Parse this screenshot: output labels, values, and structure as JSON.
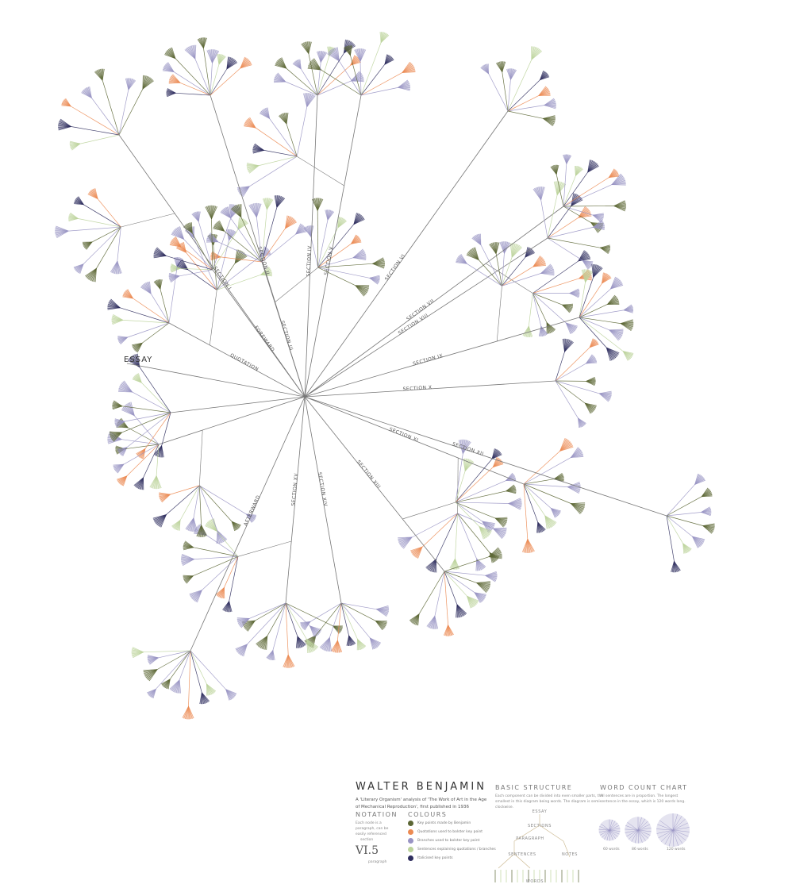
{
  "colors": {
    "key_point": "#5b6634",
    "quotation": "#ec8a52",
    "branch": "#9994c4",
    "sentence": "#bcd39c",
    "italic": "#2e2d5e",
    "stem": "#777777"
  },
  "diagram": {
    "root_label": "ESSAY",
    "sections": [
      {
        "label": "QUOTATION"
      },
      {
        "label": "FOREWARD"
      },
      {
        "label": "SECTION I"
      },
      {
        "label": "SECTION II"
      },
      {
        "label": "SECTION III"
      },
      {
        "label": "SECTION IV"
      },
      {
        "label": "SECTION V"
      },
      {
        "label": "SECTION VI"
      },
      {
        "label": "SECTION VII"
      },
      {
        "label": "SECTION VIII"
      },
      {
        "label": "SECTION IX"
      },
      {
        "label": "SECTION X"
      },
      {
        "label": "SECTION XI"
      },
      {
        "label": "SECTION XII"
      },
      {
        "label": "SECTION XIII"
      },
      {
        "label": "SECTION XIV"
      },
      {
        "label": "SECTION XV"
      },
      {
        "label": "AFTERWARD"
      }
    ]
  },
  "legend": {
    "title": "WALTER BENJAMIN",
    "subtitle": "A 'Literary Organism' analysis of 'The Work of Art in the Age of Mechanical Reproduction', first published in 1936",
    "notation": {
      "heading": "NOTATION",
      "text": "Each node is a paragraph, can be easily referenced",
      "top": "section",
      "example": "VI.5",
      "bottom": "paragraph"
    },
    "colours": {
      "heading": "COLOURS",
      "items": [
        {
          "label": "Key points made by Benjamin",
          "color": "#5b6634"
        },
        {
          "label": "Quotations used to bolster key point",
          "color": "#ec8a52"
        },
        {
          "label": "Branches used to bolster key point",
          "color": "#9994c4"
        },
        {
          "label": "Sentences explaining quotations / branches",
          "color": "#bcd39c"
        },
        {
          "label": "Italicised key points",
          "color": "#2e2d5e"
        }
      ]
    },
    "structure": {
      "heading": "BASIC STRUCTURE",
      "text": "Each component can be divided into even smaller parts, the smallest in this diagram being words. The diagram is semi-clockwise.",
      "labels": [
        "ESSAY",
        "SECTIONS",
        "PARAGRAPH",
        "SENTENCES",
        "NOTES",
        "WORDS"
      ]
    },
    "word_count": {
      "heading": "WORD COUNT CHART",
      "text": "All sentences are in proportion. The longest sentence in the essay, which is 120 words long.",
      "items": [
        {
          "label": "60 words",
          "words": 60
        },
        {
          "label": "86 words",
          "words": 86
        },
        {
          "label": "120 words",
          "words": 120
        }
      ]
    }
  }
}
